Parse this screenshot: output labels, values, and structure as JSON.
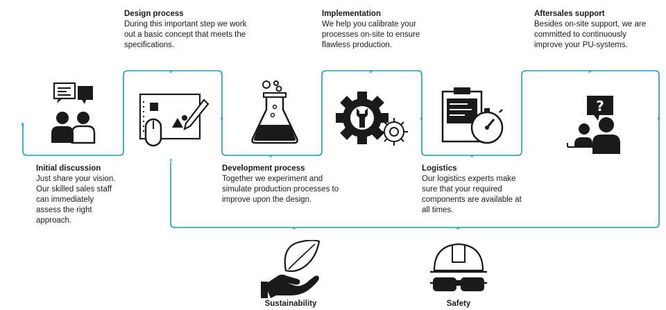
{
  "colors": {
    "accent": "#1aa0a8",
    "icon": "#1a1a1a"
  },
  "steps": [
    {
      "title": "Initial discussion",
      "desc": "Just share your vision. Our skilled sales staff can immediately assess the right approach.",
      "icon": "consultation-icon"
    },
    {
      "title": "Design process",
      "desc": "During this important step we work out a basic concept that meets the specifications.",
      "icon": "design-tablet-icon"
    },
    {
      "title": "Development process",
      "desc": "Together we experiment and simulate production processes to improve upon the design.",
      "icon": "flask-icon"
    },
    {
      "title": "Implementation",
      "desc": "We help you calibrate your processes on-site to ensure flawless production.",
      "icon": "gears-wrench-icon"
    },
    {
      "title": "Logistics",
      "desc": "Our logistics experts make sure that your required components are available at all times.",
      "icon": "clipboard-stopwatch-icon"
    },
    {
      "title": "Aftersales support",
      "desc": "Besides on-site support, we are committed to continuously improve your PU-systems.",
      "icon": "support-question-icon"
    }
  ],
  "values": [
    {
      "label": "Sustainability",
      "icon": "hand-leaf-icon"
    },
    {
      "label": "Safety",
      "icon": "hardhat-goggles-icon"
    }
  ]
}
